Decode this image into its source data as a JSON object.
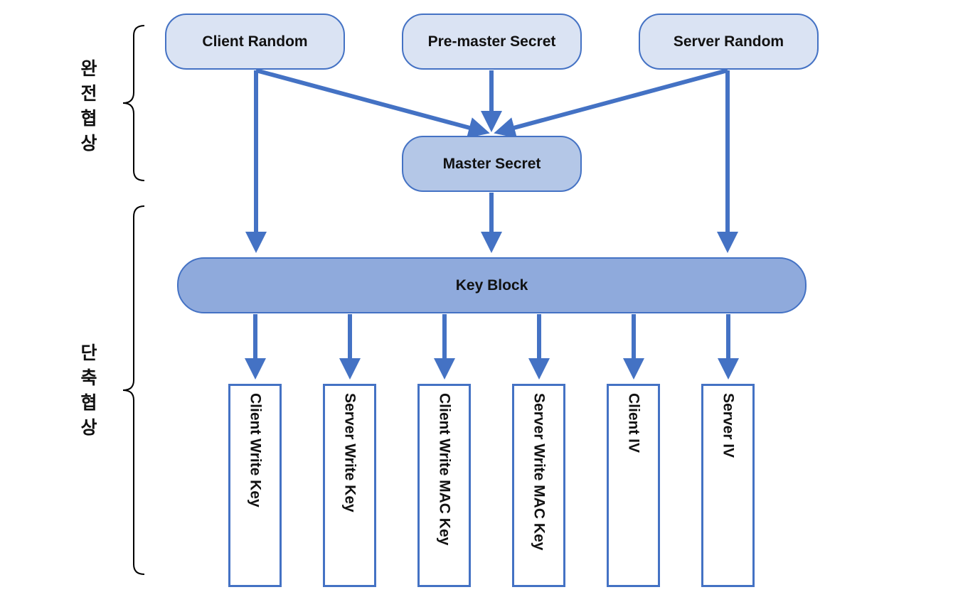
{
  "diagram": {
    "sources": {
      "client_random": "Client Random",
      "pre_master_secret": "Pre-master Secret",
      "server_random": "Server Random"
    },
    "master_secret": "Master Secret",
    "key_block": "Key Block",
    "derived_keys": [
      "Client Write Key",
      "Server Write Key",
      "Client Write MAC Key",
      "Server Write MAC Key",
      "Client IV",
      "Server IV"
    ],
    "side_labels": {
      "full_handshake": "완전협상",
      "abbreviated_handshake": "단축협상"
    },
    "colors": {
      "arrow": "#4472c4",
      "source_fill": "#dae3f3",
      "master_fill": "#b4c7e7",
      "key_block_fill": "#8faadc"
    }
  }
}
